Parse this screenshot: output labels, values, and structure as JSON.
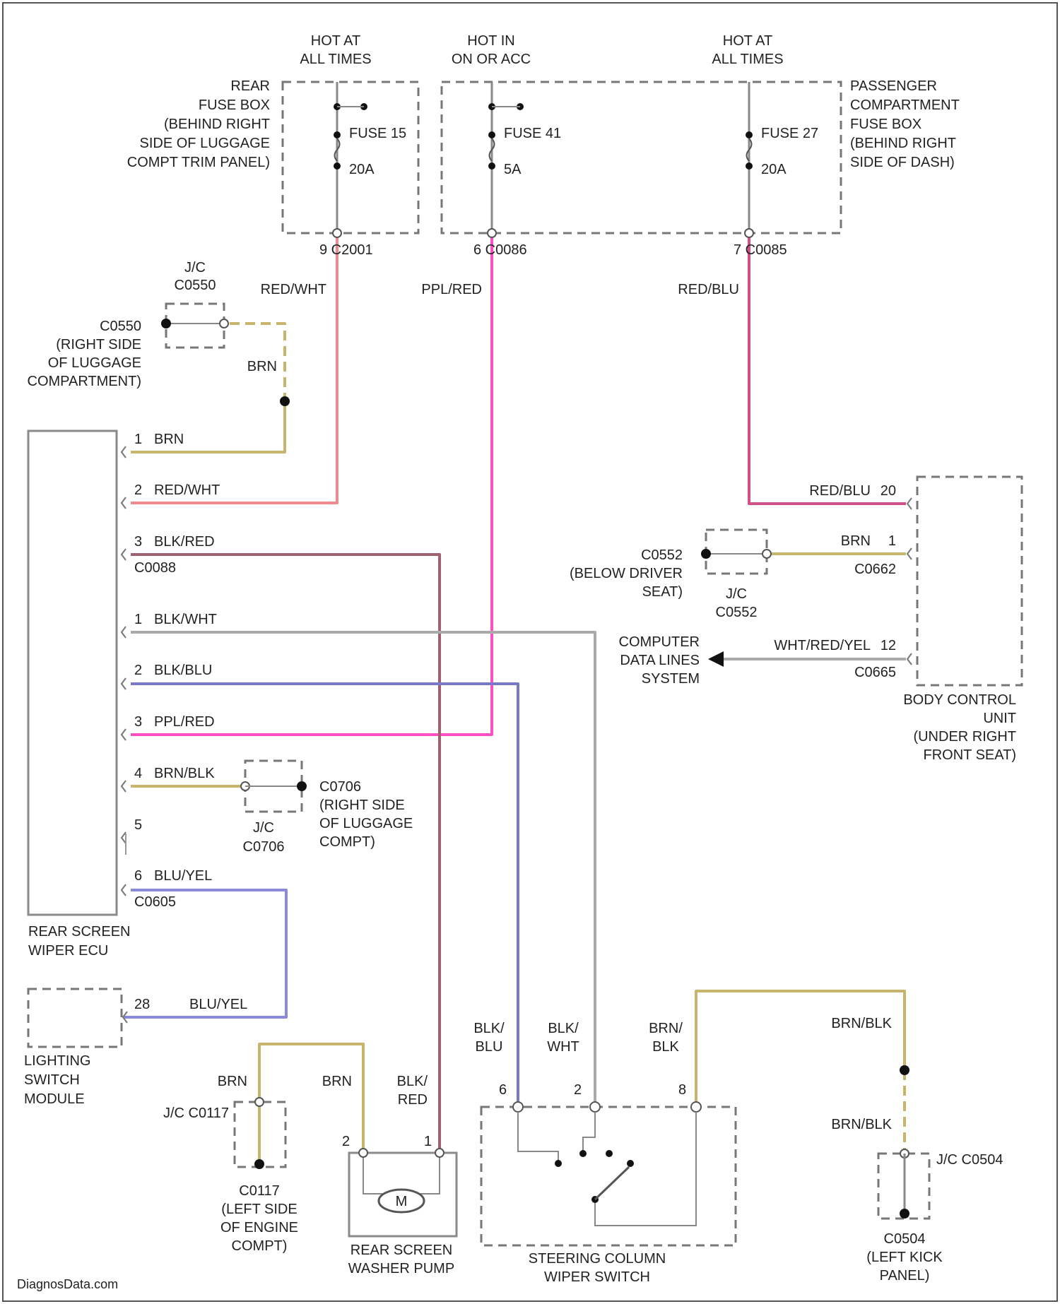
{
  "fuse_boxes": {
    "rear": {
      "hot_label": [
        "HOT AT",
        "ALL TIMES"
      ],
      "fuse": "FUSE 15",
      "amps": "20A",
      "connector": "9  C2001",
      "desc": [
        "REAR",
        "FUSE BOX",
        "(BEHIND RIGHT",
        "SIDE OF LUGGAGE",
        "COMPT TRIM PANEL)"
      ]
    },
    "passenger": {
      "hot_in_label": [
        "HOT IN",
        "ON OR ACC"
      ],
      "hot_at_label": [
        "HOT AT",
        "ALL TIMES"
      ],
      "fuse41": "FUSE 41",
      "amps41": "5A",
      "conn41": "6  C0086",
      "fuse27": "FUSE 27",
      "amps27": "20A",
      "conn27": "7  C0085",
      "desc": [
        "PASSENGER",
        "COMPARTMENT",
        "FUSE BOX",
        "(BEHIND RIGHT",
        "SIDE OF DASH)"
      ]
    }
  },
  "wire_colors": {
    "red_wht": "#f08a8e",
    "ppl_red": "#ff4fc2",
    "red_blu": "#d0508a",
    "brn": "#c8b46a",
    "blk_red": "#a06070",
    "blk_wht": "#aaaaaa",
    "blk_blu": "#7a78c8",
    "blu_yel": "#8a8ad8"
  },
  "top_wires": {
    "red_wht": "RED/WHT",
    "ppl_red": "PPL/RED",
    "red_blu": "RED/BLU"
  },
  "jc_c0550": {
    "jc": [
      "J/C",
      "C0550"
    ],
    "ground": "C0550",
    "ground_desc": [
      "(RIGHT SIDE",
      "OF LUGGAGE",
      "COMPARTMENT)"
    ],
    "wire": "BRN"
  },
  "rear_wiper_ecu": {
    "name": [
      "REAR SCREEN",
      "WIPER ECU"
    ],
    "pins_top": [
      {
        "num": "1",
        "wire": "BRN"
      },
      {
        "num": "2",
        "wire": "RED/WHT"
      },
      {
        "num": "3",
        "wire": "BLK/RED"
      }
    ],
    "conn_top": "C0088",
    "pins_bottom": [
      {
        "num": "1",
        "wire": "BLK/WHT"
      },
      {
        "num": "2",
        "wire": "BLK/BLU"
      },
      {
        "num": "3",
        "wire": "PPL/RED"
      },
      {
        "num": "4",
        "wire": "BRN/BLK"
      },
      {
        "num": "5",
        "wire": ""
      },
      {
        "num": "6",
        "wire": "BLU/YEL"
      }
    ],
    "conn_bottom": "C0605"
  },
  "jc_c0706": {
    "ground": "C0706",
    "ground_desc": [
      "(RIGHT SIDE",
      "OF LUGGAGE",
      "COMPT)"
    ],
    "jc": [
      "J/C",
      "C0706"
    ]
  },
  "bcu": {
    "name": [
      "BODY CONTROL",
      "UNIT",
      "(UNDER RIGHT",
      "FRONT SEAT)"
    ],
    "pin20": {
      "wire": "RED/BLU",
      "num": "20"
    },
    "pin1": {
      "wire": "BRN",
      "num": "1",
      "conn": "C0662"
    },
    "pin12": {
      "wire": "WHT/RED/YEL",
      "num": "12",
      "conn": "C0665"
    },
    "c0552": "C0552",
    "c0552_desc": [
      "(BELOW DRIVER",
      "SEAT)"
    ],
    "jc": [
      "J/C",
      "C0552"
    ],
    "data_lines": [
      "COMPUTER",
      "DATA LINES",
      "SYSTEM"
    ]
  },
  "lighting": {
    "name": [
      "LIGHTING",
      "SWITCH",
      "MODULE"
    ],
    "pin": "28",
    "wire": "BLU/YEL"
  },
  "pump": {
    "name": [
      "REAR SCREEN",
      "WASHER PUMP"
    ],
    "motor": "M",
    "pin2": "2",
    "pin1": "1",
    "wire_left_a": "BRN",
    "wire_left_b": "BRN",
    "wire_right": [
      "BLK/",
      "RED"
    ],
    "jc": "J/C C0117",
    "ground": "C0117",
    "ground_desc": [
      "(LEFT SIDE",
      "OF ENGINE",
      "COMPT)"
    ]
  },
  "steering": {
    "name": [
      "STEERING COLUMN",
      "WIPER SWITCH"
    ],
    "pin6": "6",
    "pin2": "2",
    "pin8": "8",
    "wire6": [
      "BLK/",
      "BLU"
    ],
    "wire2": [
      "BLK/",
      "WHT"
    ],
    "wire8": [
      "BRN/",
      "BLK"
    ]
  },
  "c0504": {
    "wire_a": "BRN/BLK",
    "wire_b": "BRN/BLK",
    "jc": "J/C C0504",
    "ground": "C0504",
    "ground_desc": [
      "(LEFT KICK",
      "PANEL)"
    ]
  },
  "watermark": "DiagnosData.com"
}
